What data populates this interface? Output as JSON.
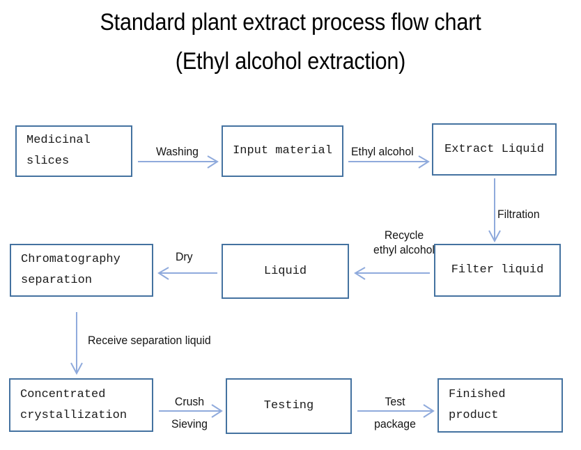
{
  "title": {
    "line1": "Standard plant extract process flow chart",
    "line2": "(Ethyl alcohol extraction)"
  },
  "colors": {
    "box_border": "#4472a0",
    "arrow": "#8faadc",
    "text": "#1a1a1a",
    "title_text": "#000000",
    "background": "#ffffff"
  },
  "chart_data": {
    "type": "diagram",
    "title": "Standard plant extract process flow chart (Ethyl alcohol extraction)",
    "nodes": [
      {
        "id": "medicinal-slices",
        "label_lines": [
          "Medicinal",
          "slices"
        ],
        "align": "left",
        "row": 1
      },
      {
        "id": "input-material",
        "label_lines": [
          "Input material"
        ],
        "align": "center",
        "row": 1
      },
      {
        "id": "extract-liquid",
        "label_lines": [
          "Extract Liquid"
        ],
        "align": "center",
        "row": 1
      },
      {
        "id": "chromatography-separation",
        "label_lines": [
          "Chromatography",
          "separation"
        ],
        "align": "left",
        "row": 2
      },
      {
        "id": "liquid",
        "label_lines": [
          "Liquid"
        ],
        "align": "center",
        "row": 2
      },
      {
        "id": "filter-liquid",
        "label_lines": [
          "Filter liquid"
        ],
        "align": "center",
        "row": 2
      },
      {
        "id": "concentrated-crystallization",
        "label_lines": [
          "Concentrated",
          "crystallization"
        ],
        "align": "left",
        "row": 3
      },
      {
        "id": "testing",
        "label_lines": [
          "Testing"
        ],
        "align": "center",
        "row": 3
      },
      {
        "id": "finished-product",
        "label_lines": [
          "Finished",
          "product"
        ],
        "align": "left",
        "row": 3
      }
    ],
    "edges": [
      {
        "from": "medicinal-slices",
        "to": "input-material",
        "label": "Washing",
        "direction": "right"
      },
      {
        "from": "input-material",
        "to": "extract-liquid",
        "label": "Ethyl alcohol",
        "direction": "right"
      },
      {
        "from": "extract-liquid",
        "to": "filter-liquid",
        "label": "Filtration",
        "direction": "down"
      },
      {
        "from": "filter-liquid",
        "to": "liquid",
        "label": "Recycle ethyl alcohol",
        "direction": "left"
      },
      {
        "from": "liquid",
        "to": "chromatography-separation",
        "label": "Dry",
        "direction": "left"
      },
      {
        "from": "chromatography-separation",
        "to": "concentrated-crystallization",
        "label": "Receive separation liquid",
        "direction": "down"
      },
      {
        "from": "concentrated-crystallization",
        "to": "testing",
        "label": "Crush Sieving",
        "direction": "right"
      },
      {
        "from": "testing",
        "to": "finished-product",
        "label": "Test package",
        "direction": "right"
      }
    ]
  },
  "nodes": {
    "medicinal_slices": {
      "line1": "Medicinal",
      "line2": "slices"
    },
    "input_material": {
      "line1": "Input material"
    },
    "extract_liquid": {
      "line1": "Extract Liquid"
    },
    "chromatography_separation": {
      "line1": "Chromatography",
      "line2": "separation"
    },
    "liquid": {
      "line1": "Liquid"
    },
    "filter_liquid": {
      "line1": "Filter liquid"
    },
    "concentrated_crystallization": {
      "line1": "Concentrated",
      "line2": "crystallization"
    },
    "testing": {
      "line1": "Testing"
    },
    "finished_product": {
      "line1": "Finished",
      "line2": "product"
    }
  },
  "edge_labels": {
    "washing": "Washing",
    "ethyl_alcohol": "Ethyl alcohol",
    "filtration": "Filtration",
    "recycle_line1": "Recycle",
    "recycle_line2": "ethyl alcohol",
    "dry": "Dry",
    "receive_separation_liquid": "Receive separation liquid",
    "crush": "Crush",
    "sieving": "Sieving",
    "test": "Test",
    "package": "package"
  }
}
